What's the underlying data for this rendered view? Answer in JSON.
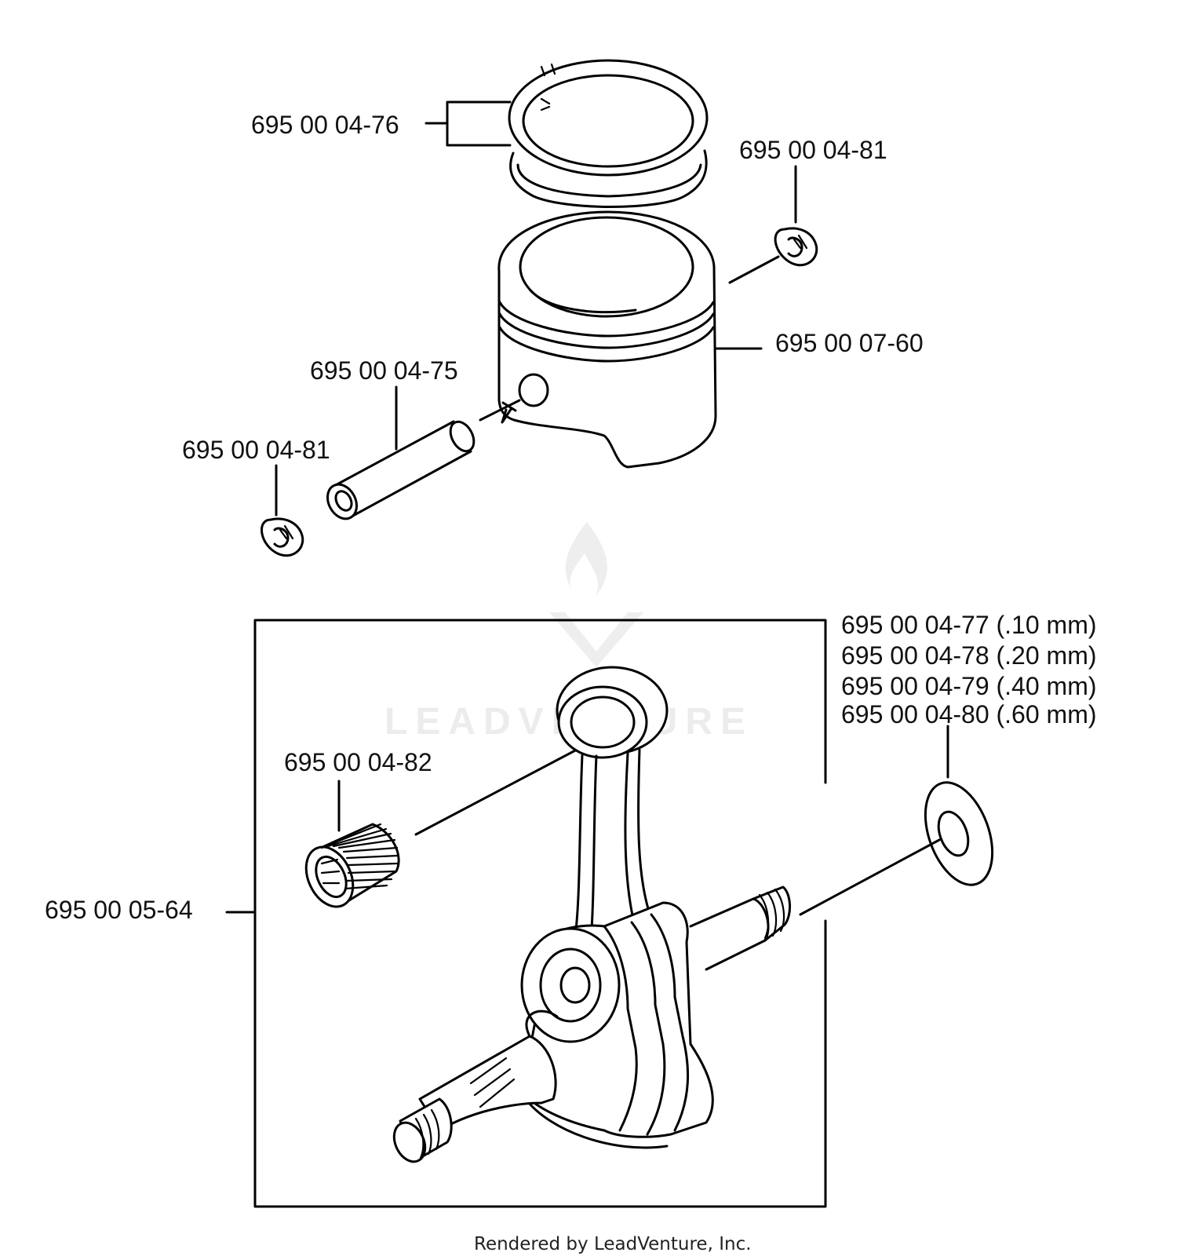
{
  "watermark": {
    "text": "LEADVENTURE",
    "color": "#ececec"
  },
  "parts": {
    "piston_rings": "695 00 04-76",
    "circlip_top": "695 00 04-81",
    "piston": "695 00 07-60",
    "piston_pin": "695 00 04-75",
    "circlip_left": "695 00 04-81",
    "shims": [
      "695 00 04-77 (.10 mm)",
      "695 00 04-78 (.20 mm)",
      "695 00 04-79 (.40 mm)",
      "695 00 04-80 (.60 mm)"
    ],
    "needle_bearing": "695 00 04-82",
    "crankshaft": "695 00 05-64"
  },
  "credit": "Rendered by LeadVenture, Inc."
}
